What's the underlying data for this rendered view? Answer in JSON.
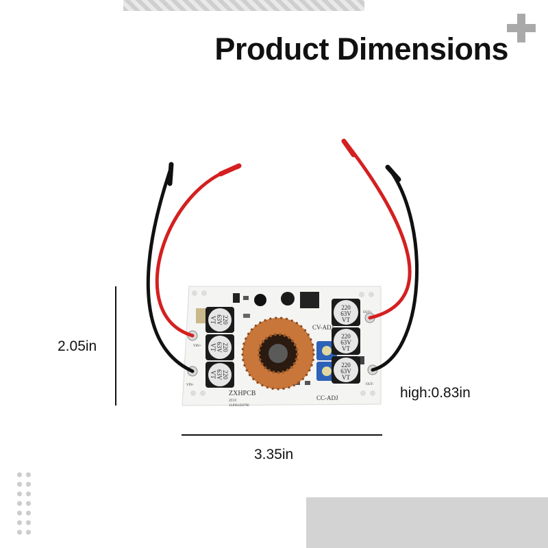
{
  "title": "Product Dimensions",
  "dimensions": {
    "height": "2.05in",
    "width": "3.35in",
    "depth": "high:0.83in"
  },
  "board": {
    "brand": "ZXHPCB",
    "code": "2111",
    "serial": "1LPH1456796",
    "cv_label": "CV-ADJ",
    "cc_label": "CC-ADJ",
    "vin_plus": "VIN+",
    "vin_minus": "VIN-",
    "out_plus": "OUT+",
    "out_minus": "OUT-",
    "capacitor_lines": [
      "220",
      "63V",
      "VT"
    ]
  },
  "colors": {
    "wire_red": "#d42020",
    "wire_black": "#111111",
    "copper": "#c8763a",
    "pcb": "#f4f4f2"
  }
}
